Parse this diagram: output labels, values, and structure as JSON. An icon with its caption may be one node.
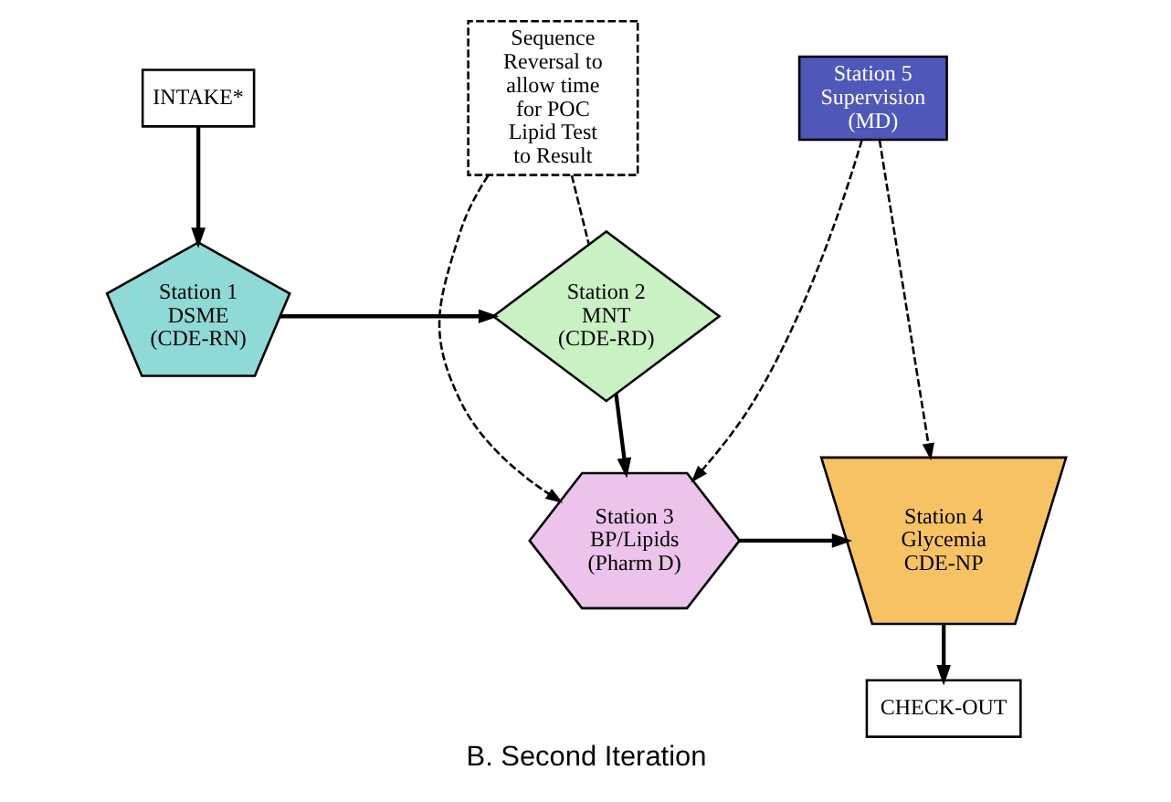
{
  "diagram": {
    "caption": "B. Second Iteration",
    "nodes": [
      {
        "text": [
          "Station 1",
          "DSME",
          "(CDE-RN)"
        ]
      },
      {
        "text": [
          "Station 2",
          "MNT",
          "(CDE-RD)"
        ]
      },
      {
        "text": [
          "INTAKE*"
        ]
      },
      {
        "text": [
          "Station 5",
          "Supervision",
          "(MD)"
        ]
      },
      {
        "text": [
          "CHECK-OUT"
        ]
      },
      {
        "text": [
          "Sequence Reversal to allow time for POC Lipid Test to Result"
        ]
      },
      {
        "text": [
          "Station 4",
          "Glycemia",
          "CDE-NP"
        ]
      },
      {
        "text": [
          "Station 3",
          "BP/Lipids",
          "(Pharm D)"
        ]
      }
    ],
    "edges": [
      {
        "from": 2,
        "to": 0,
        "arrow": "to"
      },
      {
        "from": 0,
        "to": 1,
        "arrow": "to"
      },
      {
        "from": 1,
        "to": 7,
        "arrow": "to"
      },
      {
        "from": 7,
        "to": 6,
        "arrow": "to"
      },
      {
        "from": 6,
        "to": 4,
        "arrow": "to"
      },
      {
        "from": 3,
        "to": 6,
        "arrow": "to",
        "style": "dashed"
      },
      {
        "from": 3,
        "to": 7,
        "arrow": "to",
        "style": "dashed"
      },
      {
        "from": 5,
        "to": 1,
        "arrow": "none",
        "style": "dashed"
      },
      {
        "from": 5,
        "to": 7,
        "arrow": "to",
        "style": "dashed"
      }
    ]
  }
}
